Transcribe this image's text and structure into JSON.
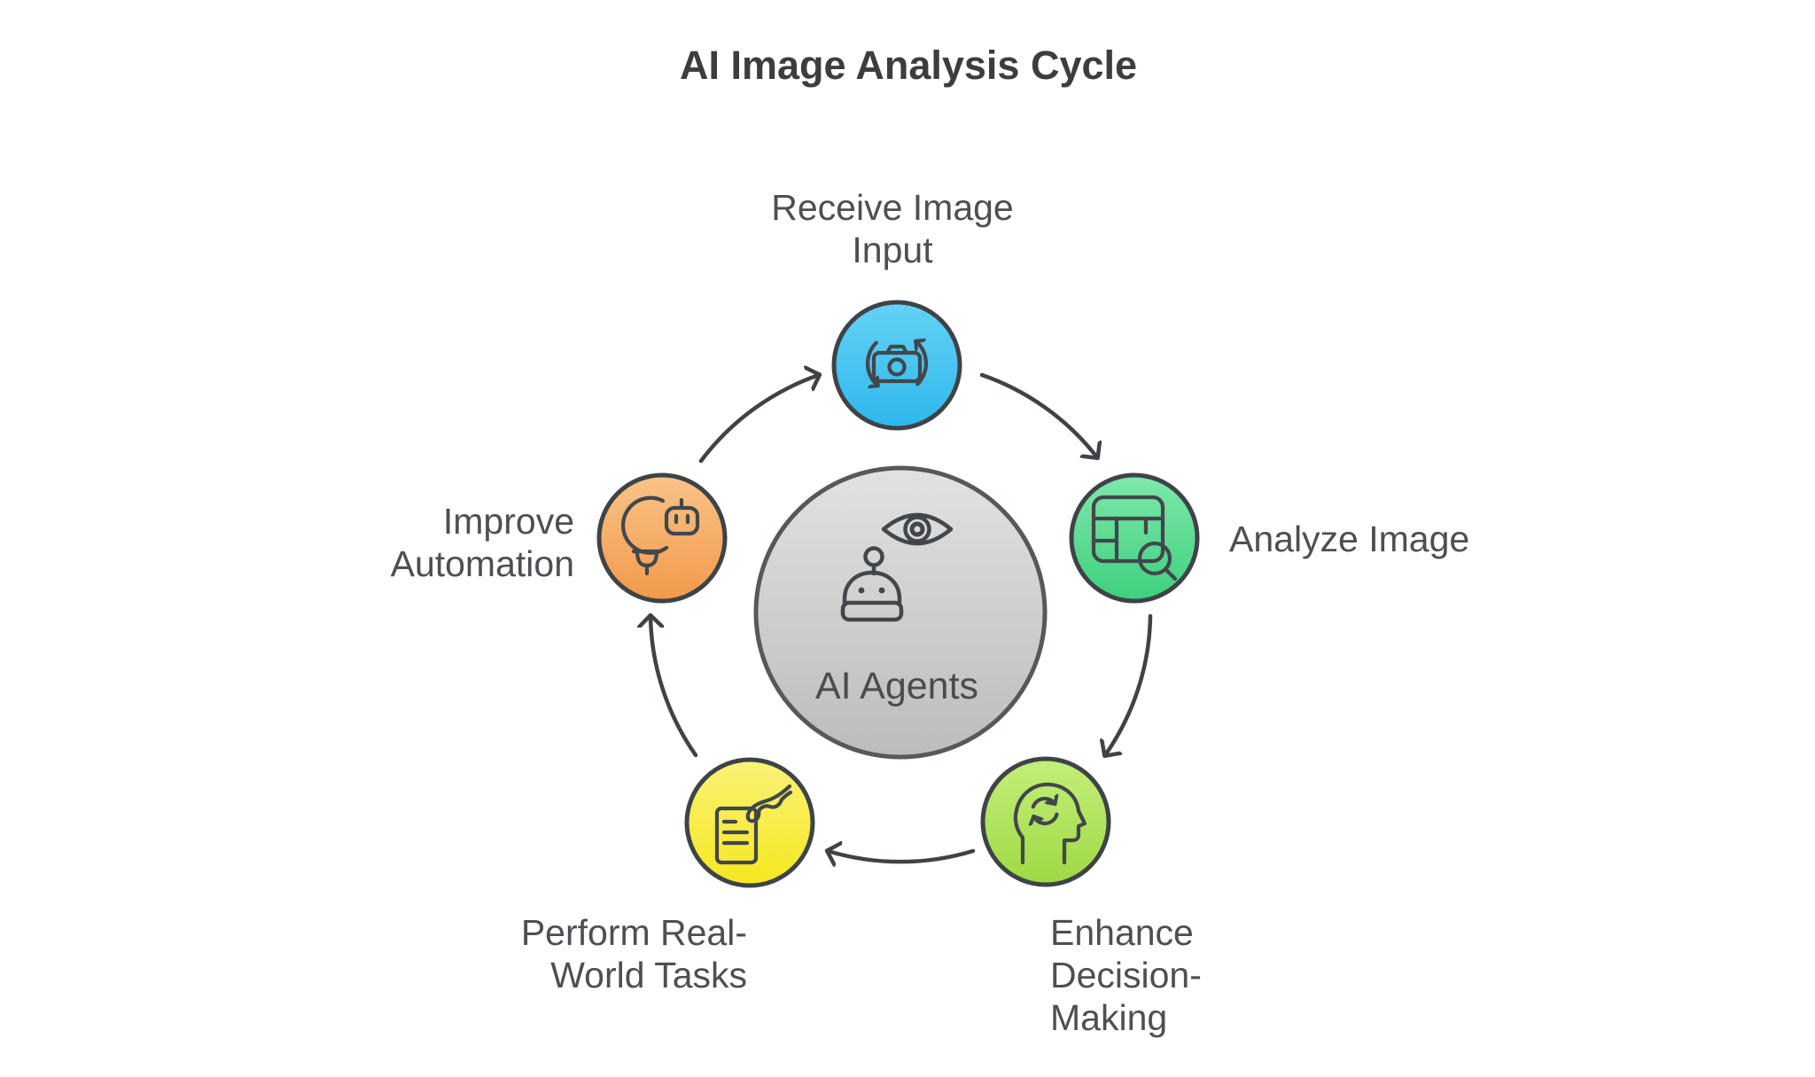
{
  "title": "AI Image Analysis Cycle",
  "center": {
    "label": "AI Agents",
    "icon": "robot-vision-icon",
    "fill_top": "#e2e2e2",
    "fill_bottom": "#bcbcbc"
  },
  "nodes": [
    {
      "label": "Receive Image\nInput",
      "icon": "camera-sync-icon",
      "fill_top": "#64d2f5",
      "fill_bottom": "#2eb7ec"
    },
    {
      "label": "Analyze Image",
      "icon": "table-search-icon",
      "fill_top": "#7ee8ab",
      "fill_bottom": "#3ed07e"
    },
    {
      "label": "Enhance\nDecision-\nMaking",
      "icon": "head-process-icon",
      "fill_top": "#c3ef79",
      "fill_bottom": "#9fd943"
    },
    {
      "label": "Perform Real-\nWorld Tasks",
      "icon": "hand-document-icon",
      "fill_top": "#f9f277",
      "fill_bottom": "#f6e71f"
    },
    {
      "label": "Improve\nAutomation",
      "icon": "bulb-robot-icon",
      "fill_top": "#f8c489",
      "fill_bottom": "#f2994a"
    }
  ],
  "colors": {
    "arrow": "#3f4347",
    "outline": "#3e4347",
    "icon_stroke": "#42474b",
    "center_outline": "#55595d"
  }
}
